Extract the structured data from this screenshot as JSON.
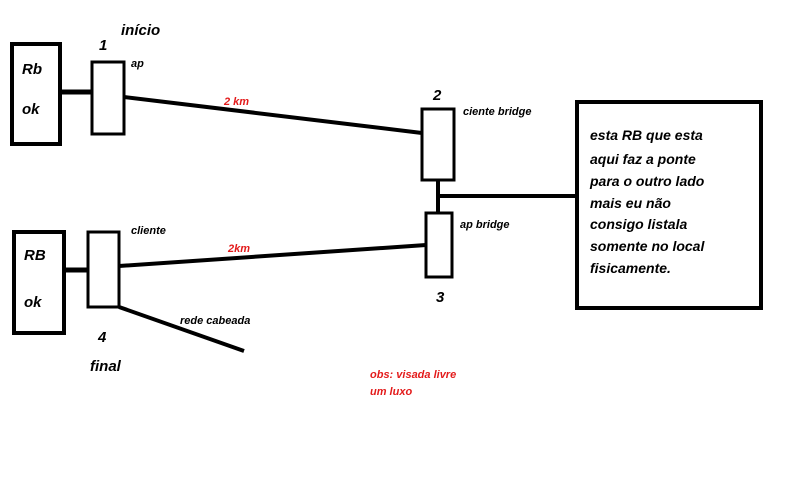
{
  "colors": {
    "line": "#000000",
    "accent_red": "#e31b1b",
    "background": "#ffffff"
  },
  "routers": {
    "top": {
      "line1": "Rb",
      "line2": "ok"
    },
    "bottom": {
      "line1": "RB",
      "line2": "ok"
    }
  },
  "nodes": {
    "n1": {
      "number": "1",
      "label": "ap",
      "caption": "início"
    },
    "n2": {
      "number": "2",
      "label": "ciente bridge"
    },
    "n3": {
      "number": "3",
      "label": "ap bridge"
    },
    "n4": {
      "number": "4",
      "label": "cliente",
      "caption": "final"
    }
  },
  "links": {
    "top_distance": "2 km",
    "bottom_distance": "2km",
    "wired": "rede cabeada"
  },
  "note_box": {
    "lines": [
      "esta RB que esta",
      "aqui faz a ponte",
      "para o outro lado",
      "mais eu não",
      "consigo listala",
      "somente no local",
      "fisicamente."
    ]
  },
  "obs": {
    "line1": "obs: visada livre",
    "line2": "um luxo"
  }
}
